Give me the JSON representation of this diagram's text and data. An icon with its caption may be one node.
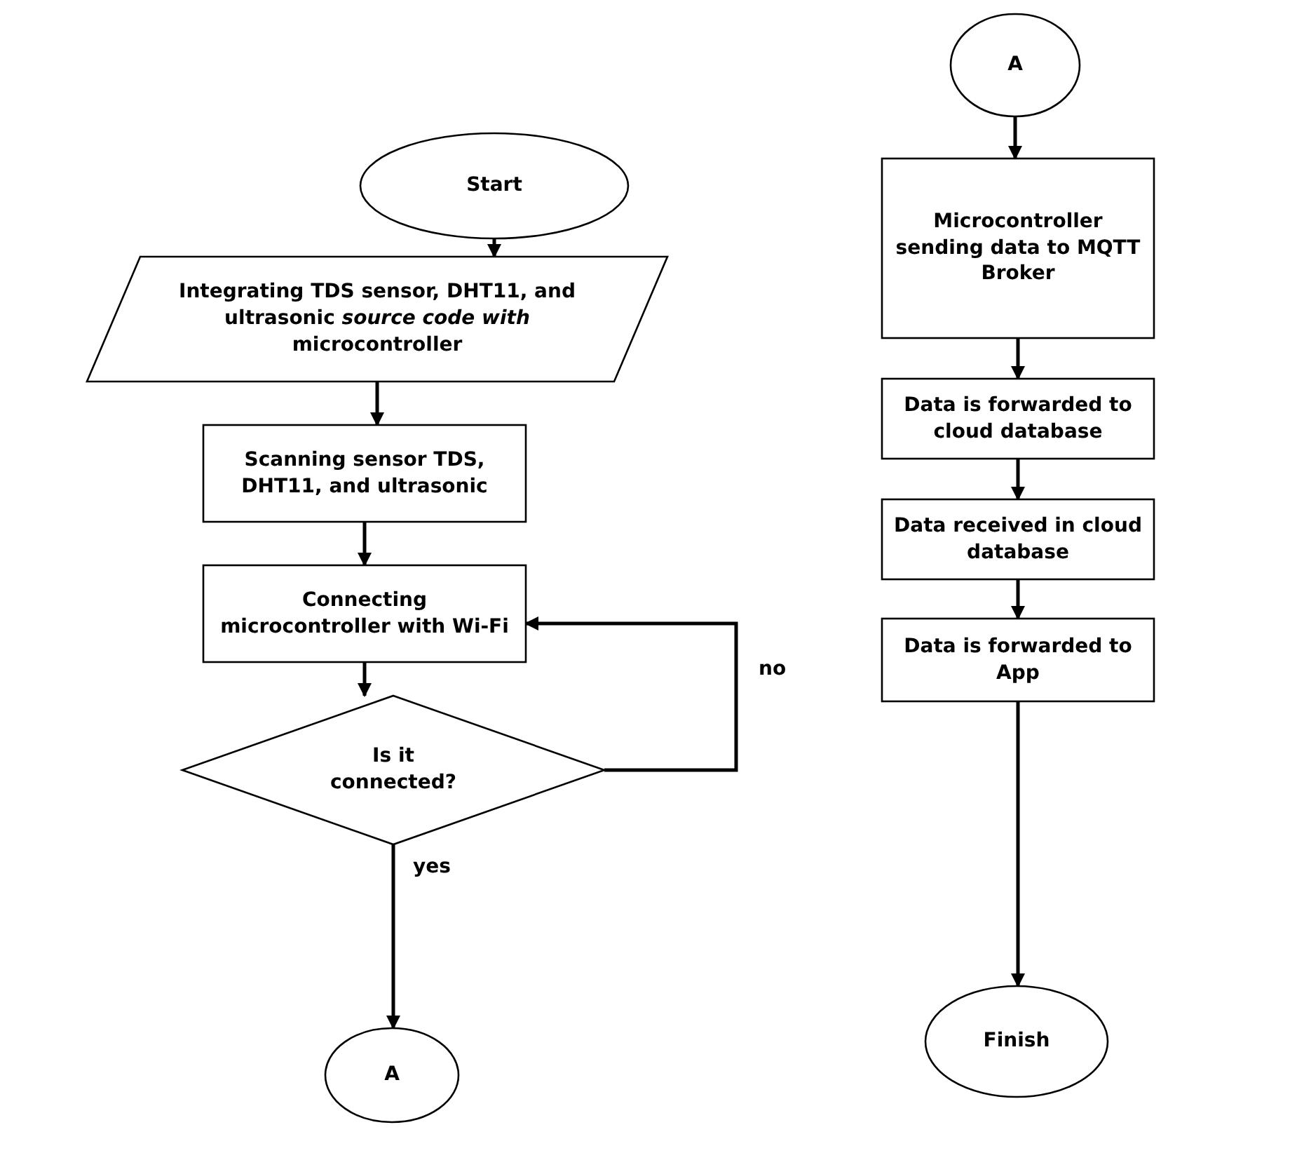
{
  "diagram": {
    "nodes": [
      {
        "text": [
          "Start"
        ]
      },
      {
        "text": [
          "Integrating TDS sensor, DHT11, and ultrasonic *source code with* microcontroller"
        ]
      },
      {
        "text": [
          "Scanning sensor TDS, DHT11, and ultrasonic"
        ]
      },
      {
        "text": [
          "Connecting microcontroller with Wi-Fi"
        ]
      },
      {
        "text": [
          "Is it connected?"
        ]
      },
      {
        "text": [
          "A"
        ]
      },
      {
        "text": [
          "A"
        ]
      },
      {
        "text": [
          "Microcontroller sending data to MQTT Broker"
        ]
      },
      {
        "text": [
          "Data is forwarded to cloud database"
        ]
      },
      {
        "text": [
          "Data received in cloud database"
        ]
      },
      {
        "text": [
          "Data is forwarded to App"
        ]
      },
      {
        "text": [
          "Finish"
        ]
      }
    ],
    "edges": [
      {
        "from": 0,
        "to": 1,
        "arrow": "to"
      },
      {
        "from": 1,
        "to": 2,
        "arrow": "to"
      },
      {
        "from": 2,
        "to": 3,
        "arrow": "to"
      },
      {
        "from": 3,
        "to": 4,
        "arrow": "to"
      },
      {
        "from": 4,
        "to": 3,
        "arrow": "to",
        "label": "no"
      },
      {
        "from": 4,
        "to": 5,
        "arrow": "to",
        "label": "yes"
      },
      {
        "from": 6,
        "to": 7,
        "arrow": "to"
      },
      {
        "from": 7,
        "to": 8,
        "arrow": "to"
      },
      {
        "from": 8,
        "to": 9,
        "arrow": "to"
      },
      {
        "from": 9,
        "to": 10,
        "arrow": "to"
      },
      {
        "from": 10,
        "to": 11,
        "arrow": "to"
      }
    ]
  }
}
